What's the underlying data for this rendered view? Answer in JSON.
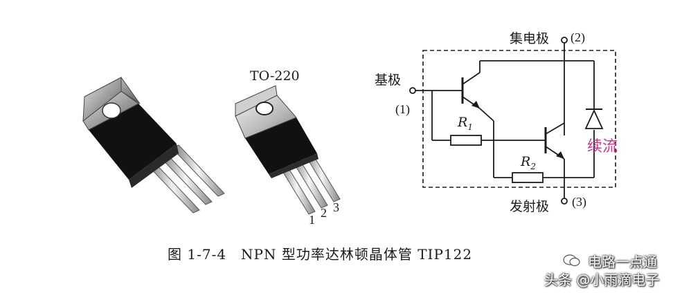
{
  "package_label": "TO-220",
  "pins": [
    "1",
    "2",
    "3"
  ],
  "circuit": {
    "collector_label": "集电极",
    "collector_pin": "(2)",
    "base_label": "基极",
    "base_pin": "(1)",
    "emitter_label": "发射极",
    "emitter_pin": "(3)",
    "r1": "R",
    "r1_sub": "1",
    "r2": "R",
    "r2_sub": "2",
    "diode_note": "续流"
  },
  "caption": "图 1-7-4　NPN 型功率达林顿晶体管 TIP122",
  "watermark": {
    "line1": "电路一点通",
    "line2": "头条 @小雨滴电子"
  },
  "colors": {
    "annotation": "#d4308a",
    "ink": "#1a1a1a"
  }
}
